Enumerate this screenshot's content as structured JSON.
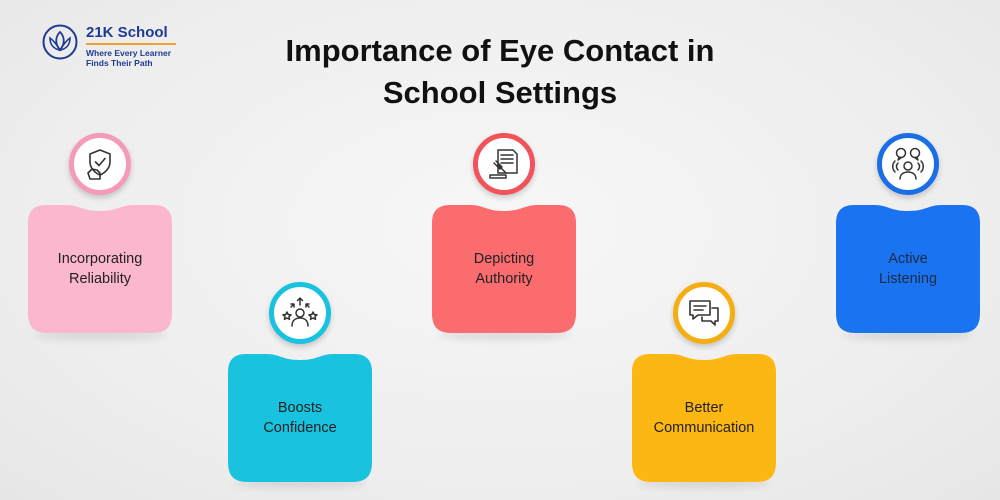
{
  "brand": {
    "name": "21K School",
    "tagline_line1": "Where Every Learner",
    "tagline_line2": "Finds Their Path",
    "color": "#1f3a93",
    "accent": "#f0a22a"
  },
  "title_line1": "Importance of Eye Contact in",
  "title_line2": "School Settings",
  "cards": [
    {
      "line1": "Incorporating",
      "line2": "Reliability",
      "color": "#fbb7cd",
      "ring": "#f59ab7",
      "icon": "shield-hand-icon"
    },
    {
      "line1": "Boosts",
      "line2": "Confidence",
      "color": "#19c3df",
      "ring": "#19c3df",
      "icon": "person-stars-icon"
    },
    {
      "line1": "Depicting",
      "line2": "Authority",
      "color": "#fb6c6e",
      "ring": "#f2525a",
      "icon": "gavel-document-icon"
    },
    {
      "line1": "Better",
      "line2": "Communication",
      "color": "#fdb713",
      "ring": "#f6ad10",
      "icon": "chat-bubbles-icon"
    },
    {
      "line1": "Active",
      "line2": "Listening",
      "color": "#1a73f0",
      "ring": "#1a6fe8",
      "icon": "person-listening-icon"
    }
  ]
}
